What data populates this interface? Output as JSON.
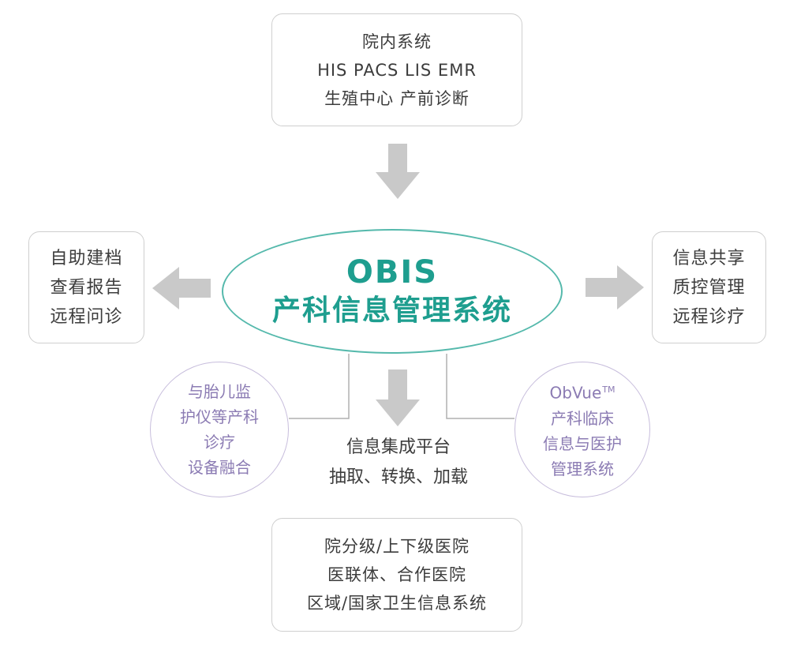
{
  "top_box": {
    "lines": [
      "院内系统",
      "HIS PACS LIS EMR",
      "生殖中心 产前诊断"
    ]
  },
  "left_box": {
    "lines": [
      "自助建档",
      "查看报告",
      "远程问诊"
    ]
  },
  "right_box": {
    "lines": [
      "信息共享",
      "质控管理",
      "远程诊疗"
    ]
  },
  "center_oval": {
    "title": "OBIS",
    "subtitle": "产科信息管理系统"
  },
  "left_circle": {
    "lines": [
      "与胎儿监",
      "护仪等产科",
      "诊疗",
      "设备融合"
    ]
  },
  "right_circle": {
    "line1_text": "ObVue",
    "line1_mark": "TM",
    "lines": [
      "产科临床",
      "信息与医护",
      "管理系统"
    ]
  },
  "platform": {
    "lines": [
      "信息集成平台",
      "抽取、转换、加载"
    ]
  },
  "bottom_box": {
    "lines": [
      "院分级/上下级医院",
      "医联体、合作医院",
      "区域/国家卫生信息系统"
    ]
  },
  "colors": {
    "arrow": "#c9c9c9",
    "oval_border": "#55b9ac",
    "oval_text": "#1e9e8f",
    "circle_border": "#c7bddc",
    "circle_text": "#8b7bb3",
    "box_border": "#cfcfcf"
  }
}
